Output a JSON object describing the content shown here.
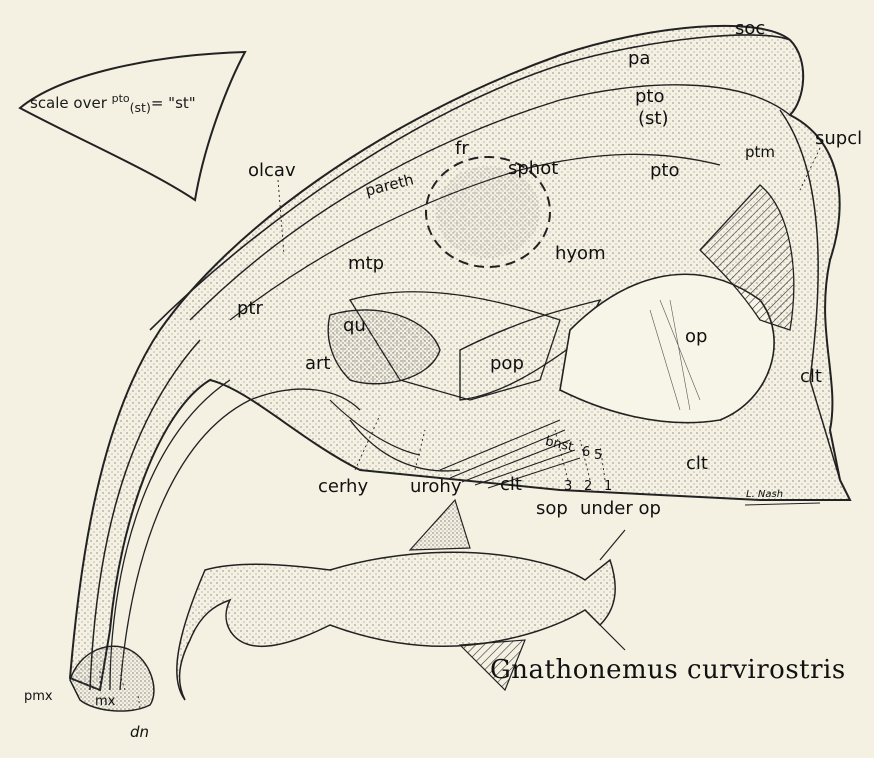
{
  "species": "Gnathonemus curvirostris",
  "signature": "L. Nash",
  "scale_note": {
    "prefix": "scale over ",
    "sup": "pto",
    "sub": "(st)",
    "suffix": "= \"st\""
  },
  "labels": {
    "soc": "soc",
    "pa": "pa",
    "pto_st_1": "pto",
    "pto_st_2": "(st)",
    "fr": "fr",
    "ptm": "ptm",
    "supcl": "supcl",
    "olcav": "olcav",
    "pareth": "pareth",
    "sphot": "sphot",
    "pto": "pto",
    "mtp": "mtp",
    "hyom": "hyom",
    "ptr": "ptr",
    "qu": "qu",
    "art": "art",
    "pop": "pop",
    "op": "op",
    "clt_right": "clt",
    "bnst": "bnst",
    "num_6": "6",
    "num_5": "5",
    "clt_lower": "clt",
    "cerhy": "cerhy",
    "urohy": "urohy",
    "clt_bottom": "clt",
    "n3": "3",
    "n2": "2",
    "n1": "1",
    "sop": "sop",
    "under_op": "under op",
    "pmx": "pmx",
    "mx": "mx",
    "dn": "dn"
  }
}
